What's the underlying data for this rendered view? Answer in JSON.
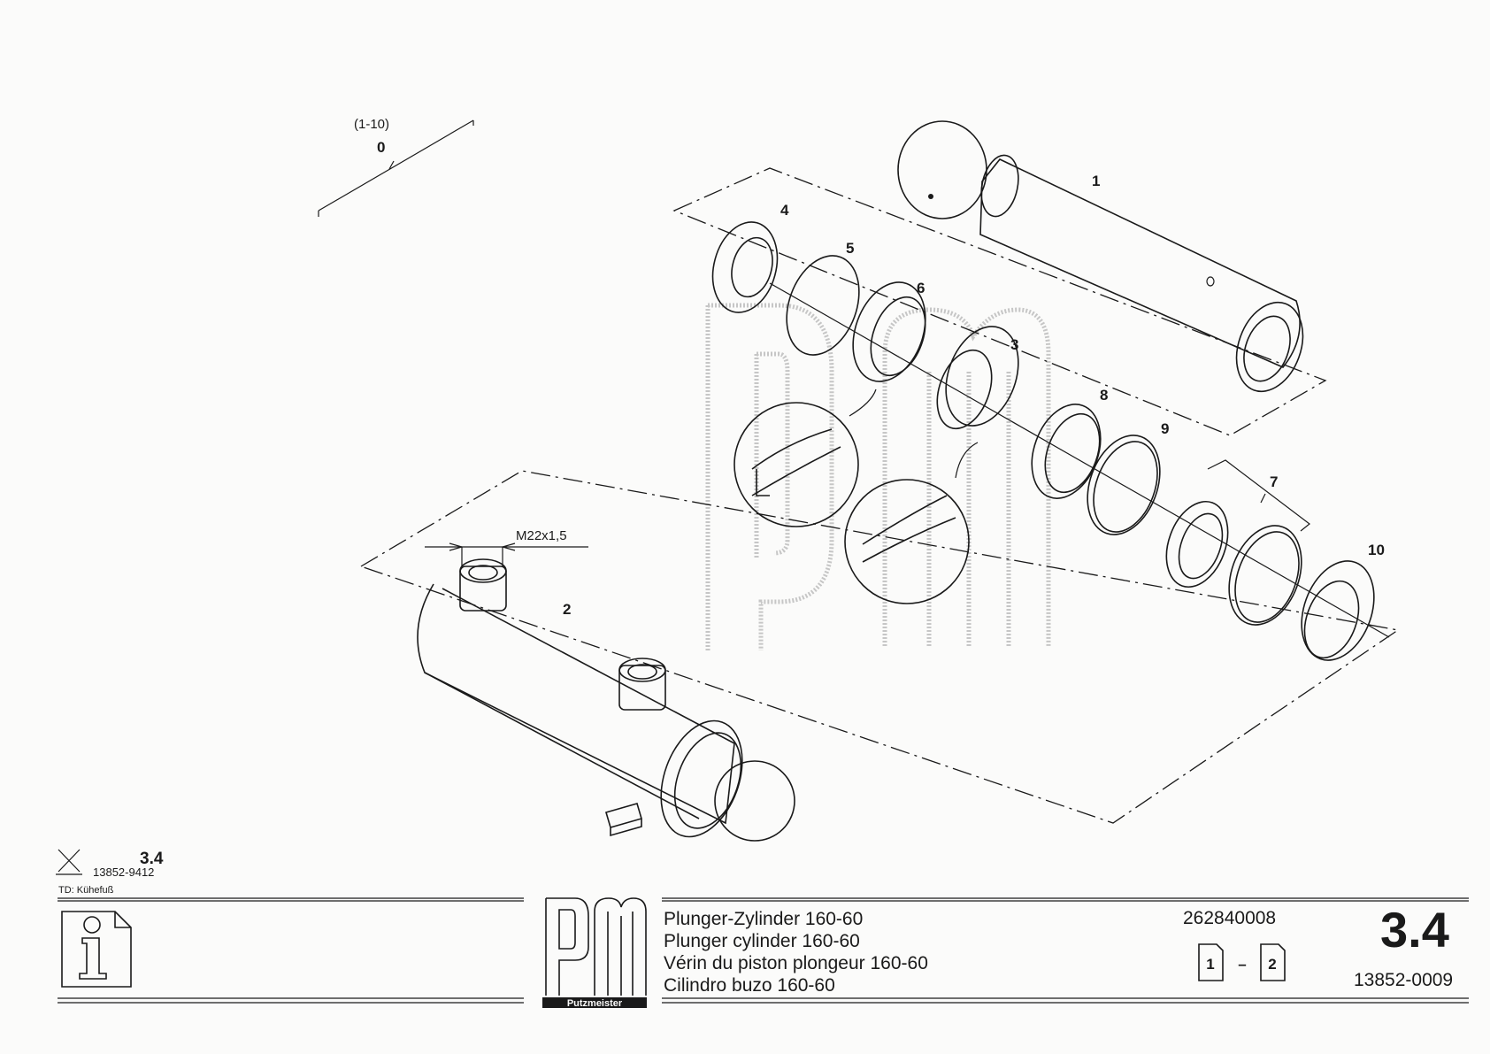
{
  "assembly": {
    "range": "(1-10)",
    "id": "0"
  },
  "thread_label": "M22x1,5",
  "part_labels": [
    {
      "id": "p1",
      "text": "1"
    },
    {
      "id": "p2",
      "text": "2"
    },
    {
      "id": "p3",
      "text": "3"
    },
    {
      "id": "p4",
      "text": "4"
    },
    {
      "id": "p5",
      "text": "5"
    },
    {
      "id": "p6",
      "text": "6"
    },
    {
      "id": "p7",
      "text": "7"
    },
    {
      "id": "p8",
      "text": "8"
    },
    {
      "id": "p9",
      "text": "9"
    },
    {
      "id": "p10",
      "text": "10"
    }
  ],
  "footer_ref": {
    "section": "3.4",
    "number": "13852-9412",
    "td_note": "TD: Kühefuß"
  },
  "title_block": {
    "brand": "Putzmeister",
    "logo_letters": "PM",
    "titles": [
      "Plunger-Zylinder   160-60",
      "Plunger cylinder 160-60",
      "Vérin du piston plongeur 160-60",
      "Cilindro buzo 160-60"
    ],
    "part_number": "262840008",
    "page_current": "1",
    "page_separator": "–",
    "page_total": "2",
    "section": "3.4",
    "drawing_number": "13852-0009"
  }
}
